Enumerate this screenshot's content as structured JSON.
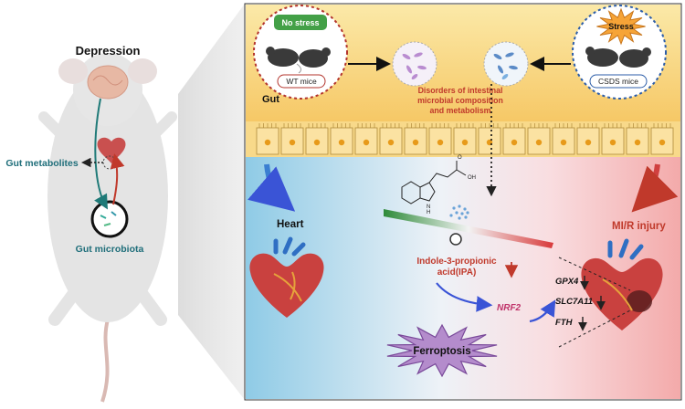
{
  "left": {
    "title": "Depression",
    "gut_metabolites": "Gut metabolites",
    "gut_microbiota": "Gut microbiota"
  },
  "top": {
    "gut_label": "Gut",
    "no_stress": "No stress",
    "wt_mice": "WT mice",
    "stress": "Stress",
    "csds_mice": "CSDS mice",
    "disorders": [
      "Disorders of intestinal",
      "microbial composition",
      "and metabolism"
    ]
  },
  "bottom": {
    "heart": "Heart",
    "injury": "MI/R injury",
    "ipa": [
      "Indole-3-propionic",
      "acid(IPA)"
    ],
    "nrf2": "NRF2",
    "ferroptosis": "Ferroptosis",
    "molecule_text": "OH",
    "molecule_o": "O",
    "molecule_n": "N",
    "molecule_h": "H",
    "genes": [
      "GPX4",
      "SLC7A11",
      "FTH"
    ]
  },
  "colors": {
    "gut_title": "#1a1a1a",
    "teal": "#1f6e7a",
    "red_text": "#c0392b",
    "nrf2": "#c0336a",
    "ferroptosis_fill": "#b48ccc"
  }
}
